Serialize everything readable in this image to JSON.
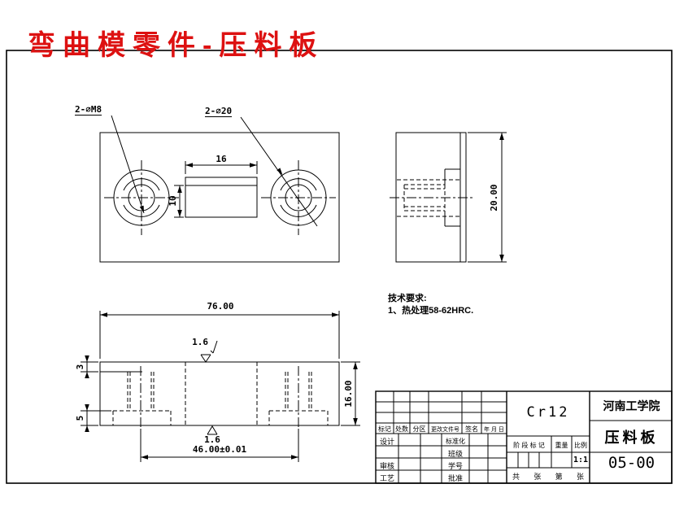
{
  "title": {
    "text": "弯曲模零件-压料板",
    "color": "#dd1111"
  },
  "views": {
    "plan": {
      "hole_left_label": "2-∅M8",
      "hole_right_label": "2-∅20",
      "dim_boss_width": "16",
      "dim_boss_height": "10"
    },
    "side": {
      "dim_height": "20.00"
    },
    "front": {
      "dim_width": "76.00",
      "dim_height": "16.00",
      "dim_hole_spacing": "46.00±0.01",
      "dim_step": "3",
      "dim_counterbore": "5",
      "roughness_top": "1.6",
      "roughness_bottom": "1.6"
    }
  },
  "tech_requirements": {
    "heading": "技术要求:",
    "items": [
      "1、热处理58-62HRC."
    ]
  },
  "title_block": {
    "material": "Cr12",
    "school": "河南工学院",
    "part_name": "压料板",
    "drawing_no": "05-00",
    "scale_value": "1:1",
    "revision_headers": [
      "标记",
      "处数",
      "分区",
      "更改文件号",
      "签名",
      "年 月 日"
    ],
    "left_labels": {
      "design": "设计",
      "review": "审核",
      "process": "工艺"
    },
    "mid_labels": {
      "standardization": "标准化",
      "class": "班级",
      "student_no": "学号",
      "approve": "批准"
    },
    "stage_mark": "阶 段 标 记",
    "weight": "重量",
    "scale_label": "比例",
    "sheet_labels": [
      "共",
      "张",
      "第",
      "张"
    ]
  },
  "line_color": "#000000"
}
